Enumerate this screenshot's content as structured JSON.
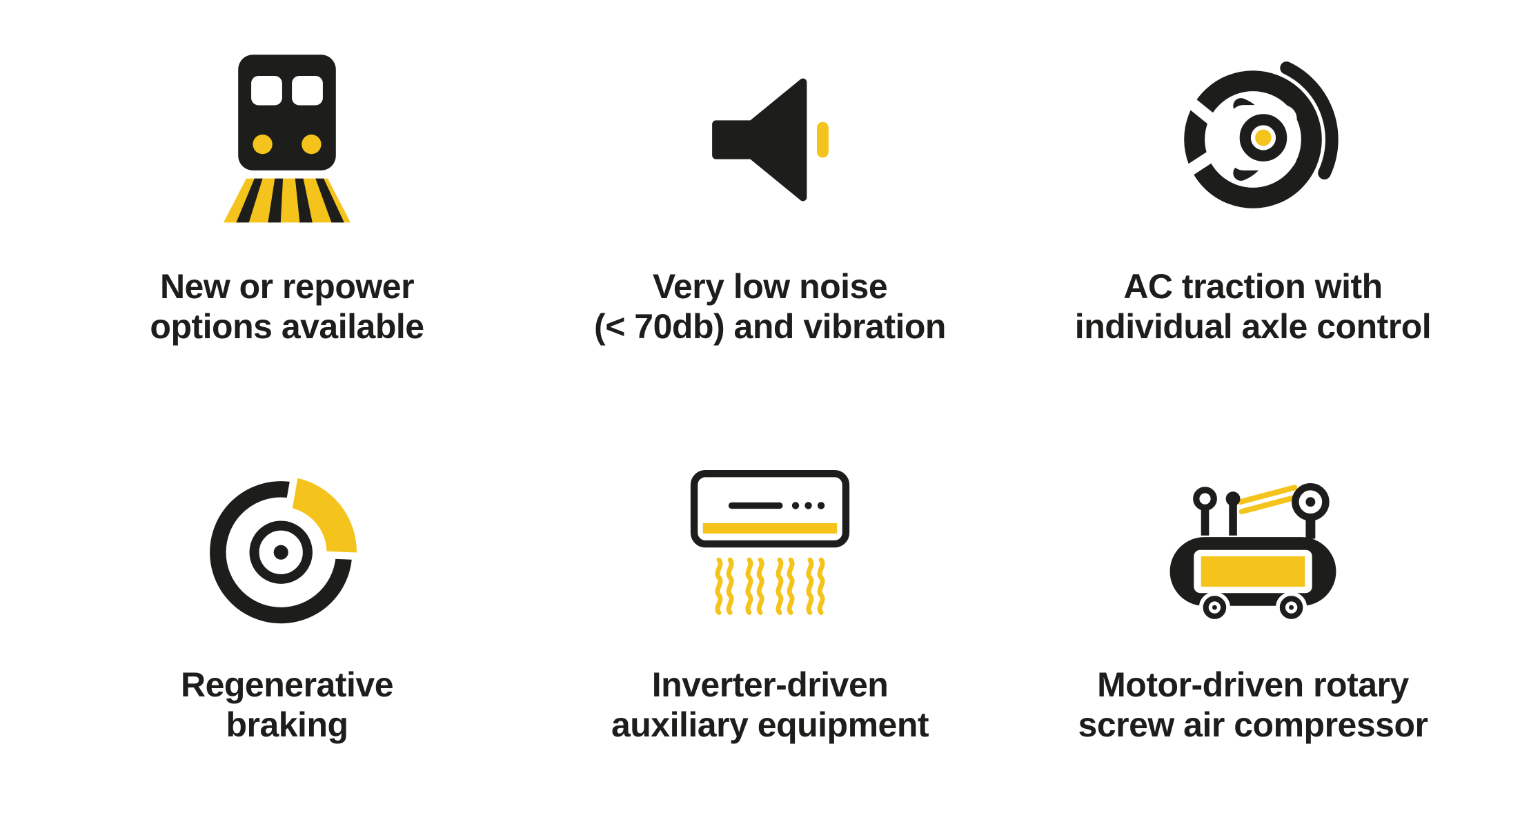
{
  "colors": {
    "ink": "#1d1d1b",
    "yellow": "#f5c41c",
    "paper": "#ffffff"
  },
  "features": [
    {
      "icon": "train-icon",
      "line1": "New or repower",
      "line2": "options available"
    },
    {
      "icon": "speaker-low-volume-icon",
      "line1": "Very low noise",
      "line2": "(< 70db) and vibration"
    },
    {
      "icon": "traction-motor-icon",
      "line1": "AC traction with",
      "line2": "individual axle control"
    },
    {
      "icon": "regenerative-braking-icon",
      "line1": "Regenerative",
      "line2": "braking"
    },
    {
      "icon": "air-conditioner-icon",
      "line1": "Inverter-driven",
      "line2": "auxiliary equipment"
    },
    {
      "icon": "air-compressor-icon",
      "line1": "Motor-driven rotary",
      "line2": "screw air compressor"
    }
  ]
}
